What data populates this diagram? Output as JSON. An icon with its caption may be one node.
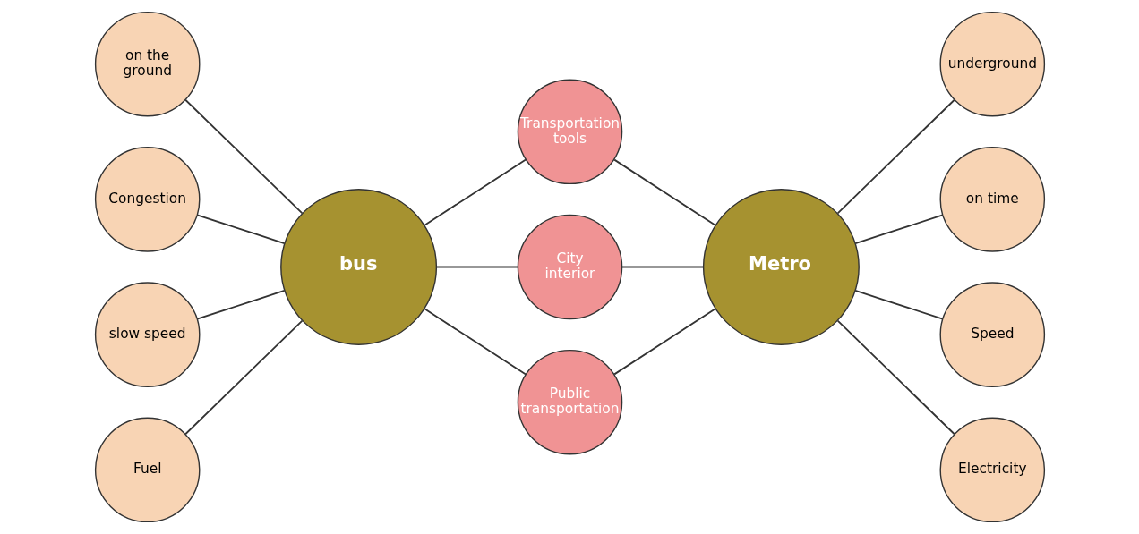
{
  "diagram": {
    "nodes": [
      {
        "text": [
          "on the ground"
        ]
      },
      {
        "text": [
          "Congestion"
        ]
      },
      {
        "text": [
          "slow speed"
        ]
      },
      {
        "text": [
          "Fuel"
        ]
      },
      {
        "text": [
          "bus"
        ]
      },
      {
        "text": [
          "Transportation tools"
        ]
      },
      {
        "text": [
          "City interior"
        ]
      },
      {
        "text": [
          "Public transportation"
        ]
      },
      {
        "text": [
          "Metro"
        ]
      },
      {
        "text": [
          "underground"
        ]
      },
      {
        "text": [
          "on time"
        ]
      },
      {
        "text": [
          "Speed"
        ]
      },
      {
        "text": [
          "Electricity"
        ]
      }
    ],
    "edges": [
      {
        "from": 0,
        "to": 4,
        "arrow": "none"
      },
      {
        "from": 1,
        "to": 4,
        "arrow": "none"
      },
      {
        "from": 2,
        "to": 4,
        "arrow": "none"
      },
      {
        "from": 3,
        "to": 4,
        "arrow": "none"
      },
      {
        "from": 4,
        "to": 5,
        "arrow": "none"
      },
      {
        "from": 4,
        "to": 6,
        "arrow": "none"
      },
      {
        "from": 4,
        "to": 7,
        "arrow": "none"
      },
      {
        "from": 5,
        "to": 8,
        "arrow": "none"
      },
      {
        "from": 6,
        "to": 8,
        "arrow": "none"
      },
      {
        "from": 7,
        "to": 8,
        "arrow": "none"
      },
      {
        "from": 8,
        "to": 9,
        "arrow": "none"
      },
      {
        "from": 8,
        "to": 10,
        "arrow": "none"
      },
      {
        "from": 8,
        "to": 11,
        "arrow": "none"
      },
      {
        "from": 8,
        "to": 12,
        "arrow": "none"
      }
    ]
  }
}
